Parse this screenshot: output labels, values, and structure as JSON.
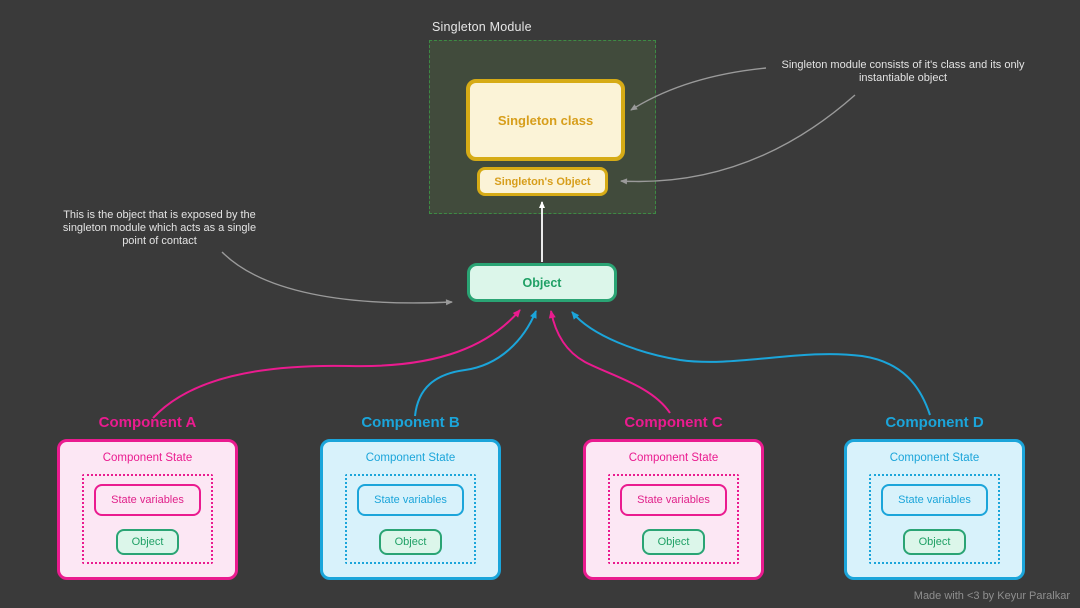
{
  "background": "#3a3a3a",
  "singleton_module": {
    "label": "Singleton Module",
    "class_box": "Singleton class",
    "object_box": "Singleton's Object"
  },
  "exposed_object": {
    "label": "Object"
  },
  "annotations": {
    "module_note": "Singleton module consists of it's class and its only instantiable object",
    "object_note": "This is the object that is exposed by the singleton module which acts as a single point of contact"
  },
  "components": [
    {
      "title": "Component A",
      "state_label": "Component State",
      "state_variables": "State variables",
      "object": "Object",
      "accent": "#ea1b8f"
    },
    {
      "title": "Component B",
      "state_label": "Component State",
      "state_variables": "State variables",
      "object": "Object",
      "accent": "#1ba5da"
    },
    {
      "title": "Component C",
      "state_label": "Component State",
      "state_variables": "State variables",
      "object": "Object",
      "accent": "#ea1b8f"
    },
    {
      "title": "Component D",
      "state_label": "Component State",
      "state_variables": "State variables",
      "object": "Object",
      "accent": "#1ba5da"
    }
  ],
  "footer": "Made with <3 by Keyur Paralkar",
  "colors": {
    "background": "#3a3a3a",
    "module_fill": "#414b3c",
    "module_border": "#3d8b44",
    "gold_border": "#d6ab16",
    "gold_fill": "#fbf3d7",
    "gold_text": "#d79e1b",
    "green_border": "#2aa474",
    "green_fill": "#dcf6ea",
    "green_text": "#1fa065",
    "pink": "#ea1b8f",
    "pink_fill": "#fce7f4",
    "cyan": "#1ba5da",
    "cyan_fill": "#d8f2fb",
    "arrow_gray": "#9a9a9a",
    "arrow_white": "#ffffff"
  }
}
